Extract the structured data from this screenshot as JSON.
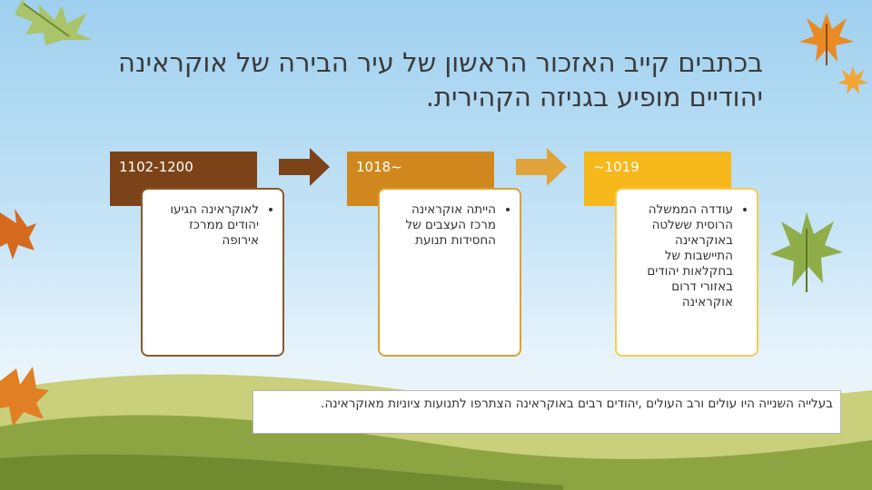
{
  "title": {
    "line1": "בכתבים קייב האזכור הראשון של עיר הבירה של אוקראינה",
    "line2": "יהודיים מופיע בגניזה הקהירית."
  },
  "timeline": [
    {
      "date": "1102-1200",
      "text": "לאוקראינה הגיעו יהודים ממרכז אירופה",
      "color": "#7c4318"
    },
    {
      "date": "1018~",
      "text": "הייתה אוקראינה מרכז העצבים של החסידות תנועת",
      "color": "#d0881e"
    },
    {
      "date": "~1019",
      "text": "עודדה הממשלה הרוסית ששלטה באוקראינה התיישבות של בחקלאות יהודים באזורי דרום אוקראינה",
      "color": "#f6b81b"
    }
  ],
  "note": "בעלייה השנייה היו עולים ורב העולים ,יהודים רבים באוקראינה הצתרפו לתנועות ציוניות מאוקראינה.",
  "icons": [
    "leaf-icon",
    "arrow-right-icon"
  ]
}
